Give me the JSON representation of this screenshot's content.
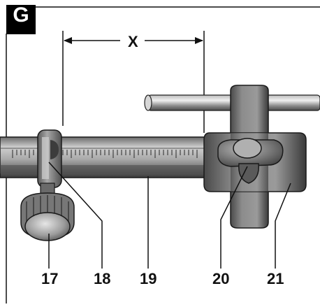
{
  "figure_letter": "G",
  "dimension_label": "X",
  "callouts": {
    "c17": "17",
    "c18": "18",
    "c19": "19",
    "c20": "20",
    "c21": "21"
  },
  "colors": {
    "badge": "#000000",
    "metal_dark": "#3a3a3a",
    "metal_mid": "#7a7a7a",
    "metal_light": "#c8c8c8",
    "line": "#111111"
  }
}
